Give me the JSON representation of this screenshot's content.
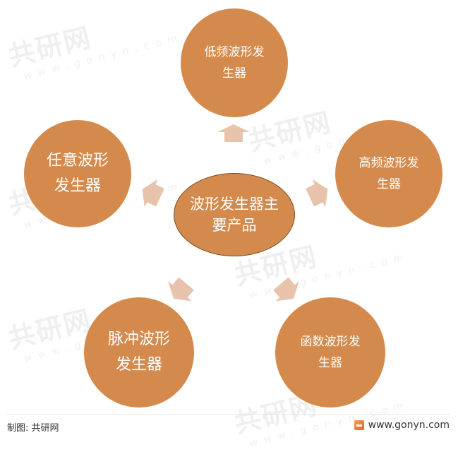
{
  "diagram": {
    "center": {
      "label": "波形发生器主要产品"
    },
    "nodes": [
      {
        "id": "low-freq",
        "label_line1": "低频波形发",
        "label_line2": "生器"
      },
      {
        "id": "high-freq",
        "label_line1": "高频波形发",
        "label_line2": "生器"
      },
      {
        "id": "function",
        "label_line1": "函数波形发",
        "label_line2": "生器"
      },
      {
        "id": "pulse",
        "label_line1": "脉冲波形",
        "label_line2": "发生器"
      },
      {
        "id": "arbitrary",
        "label_line1": "任意波形",
        "label_line2": "发生器"
      }
    ],
    "colors": {
      "node_fill": "#D48A4C",
      "arrow_fill": "#E8C3AC",
      "text": "#FFFFFF"
    }
  },
  "watermark": {
    "brand": "共研网",
    "url": "www.gonyn.com"
  },
  "footer": {
    "source": "制图: 共研网",
    "site": "www.gonyn.com"
  }
}
